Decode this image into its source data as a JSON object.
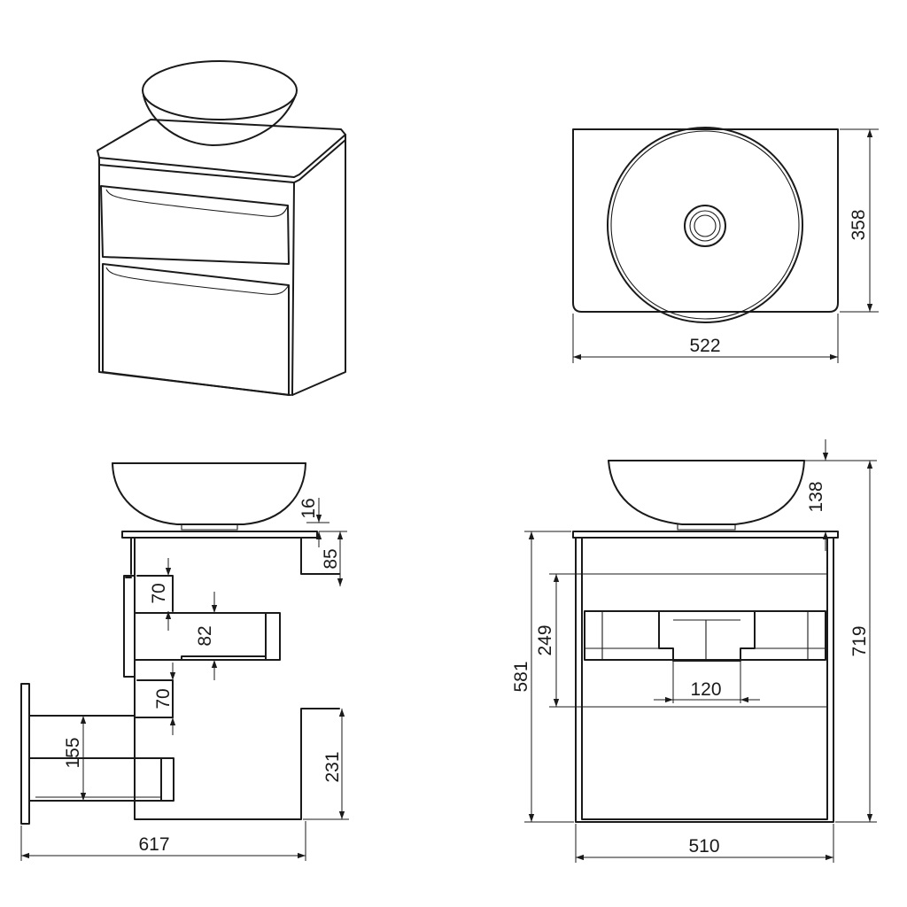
{
  "dimensions": {
    "top_depth": "358",
    "top_width": "522",
    "basin_height_side": "16",
    "top_thickness": "85",
    "drawer_upper_front": "70",
    "drawer_upper_depth": "82",
    "drawer_lower_front": "70",
    "drawer_lower_depth": "155",
    "cabinet_lower_height": "231",
    "overall_depth": "617",
    "basin_height_front": "138",
    "cabinet_height": "581",
    "overall_height": "719",
    "drawer_opening": "249",
    "siphon_spacing": "120",
    "cabinet_width": "510"
  }
}
